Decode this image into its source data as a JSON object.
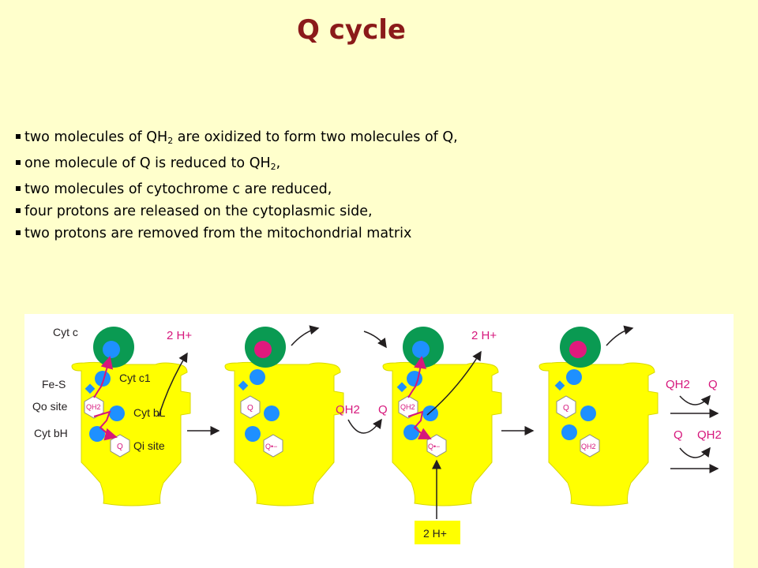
{
  "title": "Q cycle",
  "bullets": [
    {
      "pre": "two molecules of QH",
      "sub": "2",
      "post": " are oxidized to form two molecules of Q,"
    },
    {
      "pre": "one molecule of Q is reduced to QH",
      "sub": "2",
      "post": ","
    },
    {
      "pre": "two molecules of cytochrome c are reduced,",
      "sub": "",
      "post": ""
    },
    {
      "pre": "four protons are released on the cytoplasmic side,",
      "sub": "",
      "post": ""
    },
    {
      "pre": "two protons are removed from the mitochondrial matrix",
      "sub": "",
      "post": ""
    }
  ],
  "diagram": {
    "labels": {
      "cyt_c": "Cyt c",
      "fe_s": "Fe-S",
      "qo_site": "Qo site",
      "cyt_bh": "Cyt bH",
      "cyt_c1": "Cyt c1",
      "cyt_bl": "Cyt bL",
      "qi_site": "Qi site"
    },
    "protons_out_1": "2 H+",
    "protons_out_2": "2 H+",
    "protons_in": "2 H+",
    "mol_qh2": "QH2",
    "mol_q": "Q",
    "semiquinone": "Q•−",
    "colors": {
      "complex": "#ffff00",
      "cyt_c": "#0a9a52",
      "heme": "#1e90ff",
      "reduced": "#e0197d",
      "arrow": "#231f20"
    }
  }
}
